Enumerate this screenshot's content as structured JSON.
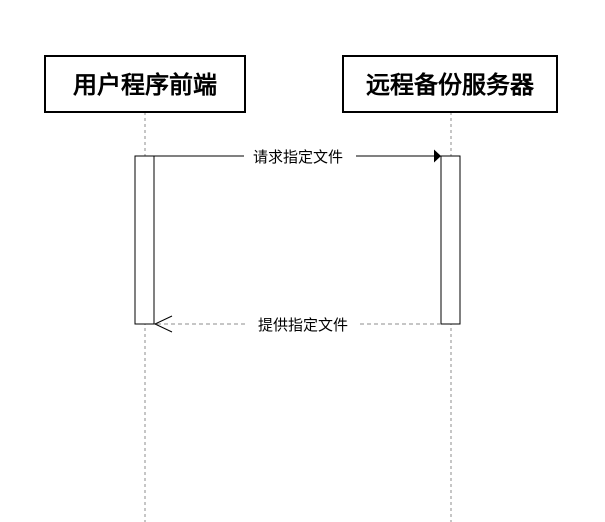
{
  "participants": [
    {
      "id": "client",
      "label": "用户程序前端"
    },
    {
      "id": "server",
      "label": "远程备份服务器"
    }
  ],
  "messages": [
    {
      "from": "client",
      "to": "server",
      "label": "请求指定文件",
      "style": "solid",
      "arrow": "filled"
    },
    {
      "from": "server",
      "to": "client",
      "label": "提供指定文件",
      "style": "dashed",
      "arrow": "open"
    }
  ],
  "colors": {
    "line": "#000000",
    "dashed": "#8c8c8c",
    "background": "#ffffff"
  }
}
